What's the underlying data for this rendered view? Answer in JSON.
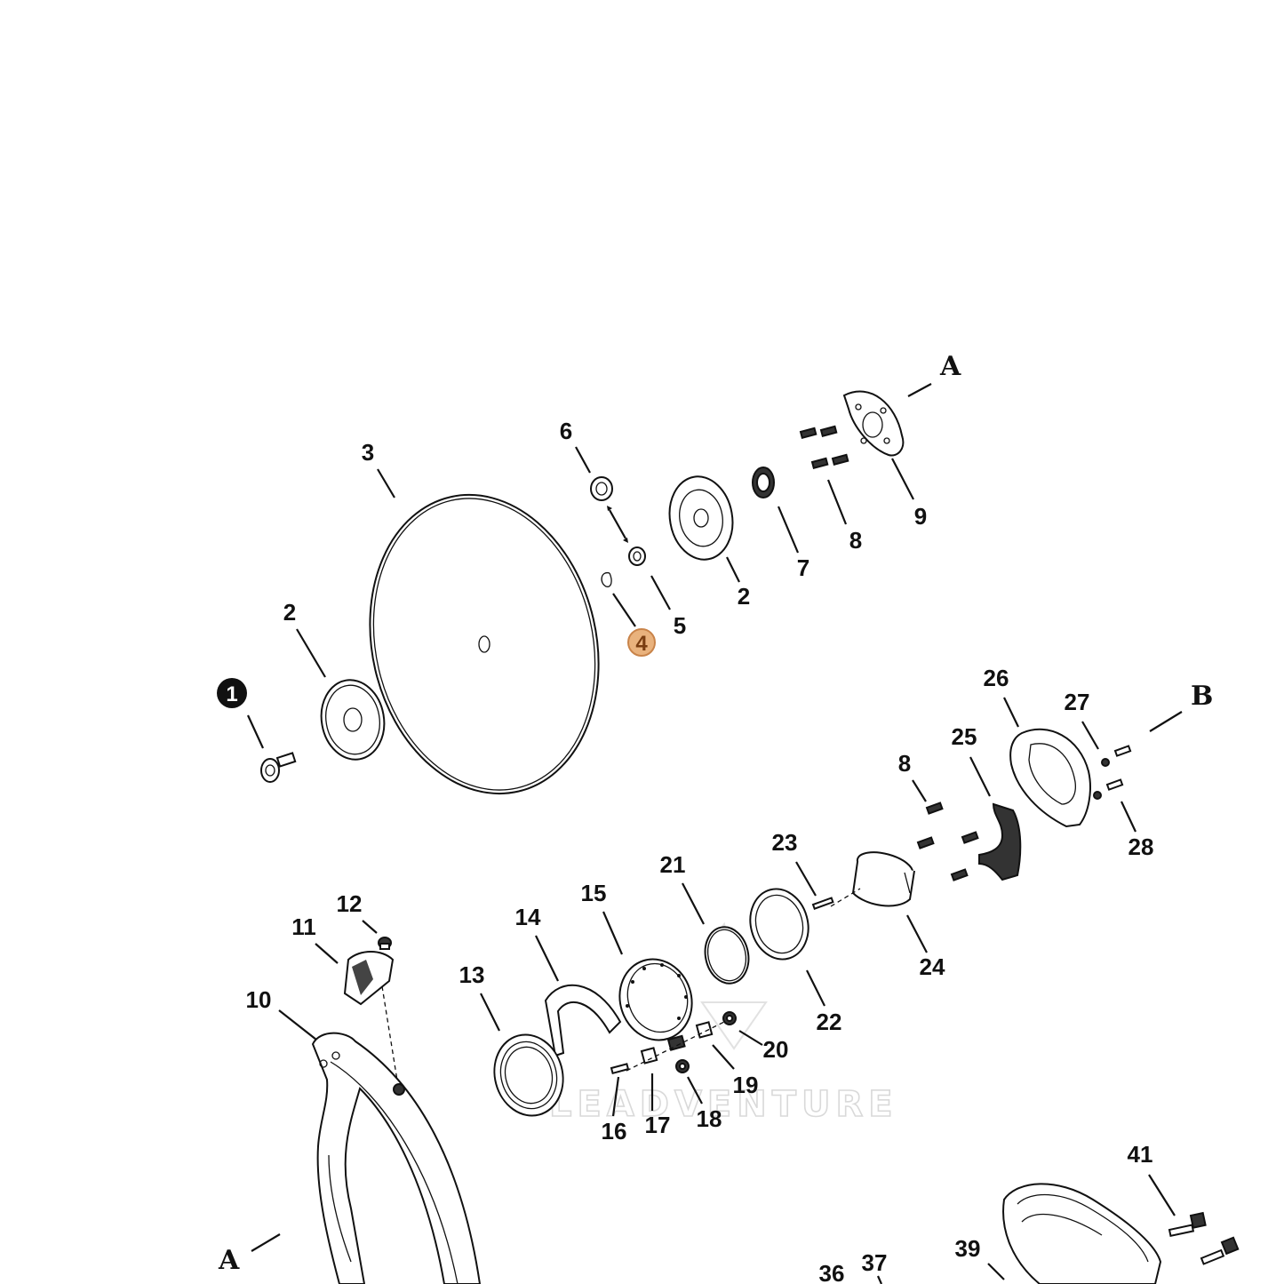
{
  "diagram": {
    "watermark": "LEADVENTURE",
    "section_labels": {
      "a_top": "A",
      "b": "B",
      "a_bottom": "A"
    },
    "highlight": {
      "label": "4",
      "color": "#e9b27d",
      "border": "#c9844a"
    },
    "callouts": {
      "c1": "1",
      "c2a": "2",
      "c2b": "2",
      "c3": "3",
      "c5": "5",
      "c6": "6",
      "c7": "7",
      "c8a": "8",
      "c8b": "8",
      "c9": "9",
      "c10": "10",
      "c11": "11",
      "c12": "12",
      "c13": "13",
      "c14": "14",
      "c15": "15",
      "c16": "16",
      "c17": "17",
      "c18": "18",
      "c19": "19",
      "c20": "20",
      "c21": "21",
      "c22": "22",
      "c23": "23",
      "c24": "24",
      "c25": "25",
      "c26": "26",
      "c27": "27",
      "c28": "28",
      "c36": "36",
      "c37": "37",
      "c39": "39",
      "c41": "41"
    }
  }
}
